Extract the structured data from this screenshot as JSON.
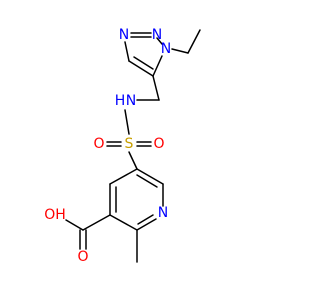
{
  "colors": {
    "bond": "#000000",
    "nitrogen": "#0000ff",
    "oxygen": "#ff0000",
    "sulfur": "#c8a000",
    "background": "#ffffff"
  },
  "labels": {
    "triazole_n1": "N",
    "triazole_n2": "N",
    "triazole_n3": "N",
    "amine_n": "N",
    "amine_h": "H",
    "sulfonyl_s": "S",
    "sulfonyl_o_left": "O",
    "sulfonyl_o_right": "O",
    "pyridine_n": "N",
    "acid_oh": "OH",
    "acid_oh_h": "H",
    "acid_oh_o": "O",
    "acid_carbonyl_o": "O"
  }
}
